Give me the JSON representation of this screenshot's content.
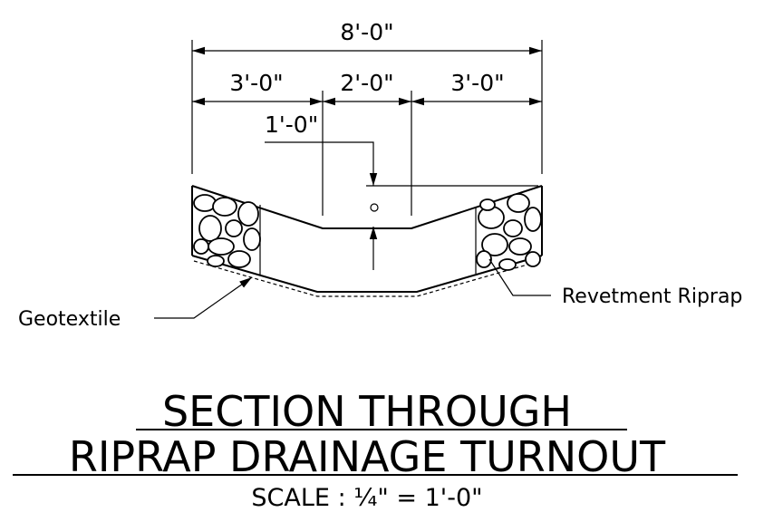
{
  "dimensions": {
    "overall": "8'-0\"",
    "left": "3'-0\"",
    "center": "2'-0\"",
    "right": "3'-0\"",
    "depth": "1'-0\""
  },
  "labels": {
    "geotextile": "Geotextile",
    "revetment": "Revetment Riprap"
  },
  "title": {
    "line1": "SECTION THROUGH",
    "line2": "RIPRAP DRAINAGE TURNOUT",
    "scale": "SCALE : ¼\" = 1'-0\""
  }
}
